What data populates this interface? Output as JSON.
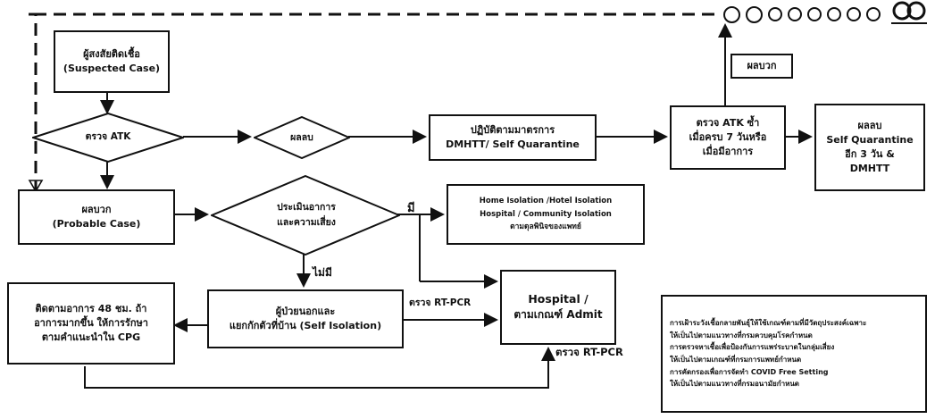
{
  "nodes": {
    "suspected": {
      "line1": "ผู้สงสัยติดเชื้อ",
      "line2": "(Suspected Case)"
    },
    "atk_check": {
      "label": "ตรวจ ATK"
    },
    "negative_decision": {
      "label": "ผลลบ"
    },
    "dmhtt": {
      "line1": "ปฏิบัติตามมาตรการ",
      "line2": "DMHTT/ Self Quarantine"
    },
    "atk_repeat": {
      "line1": "ตรวจ ATK ซ้ำ",
      "line2": "เมื่อครบ 7 วันหรือ",
      "line3": "เมื่อมีอาการ"
    },
    "negative_result": {
      "line1": "ผลลบ",
      "line2": "Self Quarantine",
      "line3": "อีก 3 วัน &",
      "line4": "DMHTT"
    },
    "positive_small": {
      "label": "ผลบวก"
    },
    "probable": {
      "line1": "ผลบวก",
      "line2": "(Probable Case)"
    },
    "assess": {
      "line1": "ประเมินอาการ",
      "line2": "และความเสี่ยง"
    },
    "isolation": {
      "line1": "Home Isolation /Hotel Isolation",
      "line2": "Hospital / Community Isolation",
      "line3": "ตามดุลพินิจของแพทย์"
    },
    "self_isolation": {
      "line1": "ผู้ป่วยนอกและ",
      "line2": "แยกกักตัวที่บ้าน (Self Isolation)"
    },
    "hospital": {
      "line1": "Hospital /",
      "line2": "ตามเกณฑ์ Admit"
    },
    "followup": {
      "line1": "ติดตามอาการ 48 ชม. ถ้า",
      "line2": "อาการมากขึ้น ให้การรักษา",
      "line3": "ตามคำแนะนำใน CPG"
    }
  },
  "edge_labels": {
    "yes": "มี",
    "no": "ไม่มี",
    "rtpcr_1": "ตรวจ RT-PCR",
    "rtpcr_2": "ตรวจ RT-PCR"
  },
  "notes": {
    "line1": "การเฝ้าระวังเชื้อกลายพันธุ์ให้ใช้เกณฑ์ตามที่มีวัตถุประสงค์เฉพาะ",
    "line2": "ให้เป็นไปตามแนวทางที่กรมควบคุมโรคกำหนด",
    "line3": "การตรวจหาเชื้อเพื่อป้องกันการแพร่ระบาดในกลุ่มเสี่ยง",
    "line4": "ให้เป็นไปตามเกณฑ์ที่กรมการแพทย์กำหนด",
    "line5": "การคัดกรองเพื่อการจัดทำ COVID Free Setting",
    "line6": "ให้เป็นไปตามแนวทางที่กรมอนามัยกำหนด"
  },
  "header_icons": [
    "circle-icon-1",
    "circle-icon-2",
    "circle-icon-3",
    "circle-icon-4",
    "circle-icon-5",
    "circle-icon-6",
    "circle-icon-7",
    "circle-icon-8"
  ],
  "colors": {
    "ink": "#111111",
    "background": "#ffffff"
  }
}
